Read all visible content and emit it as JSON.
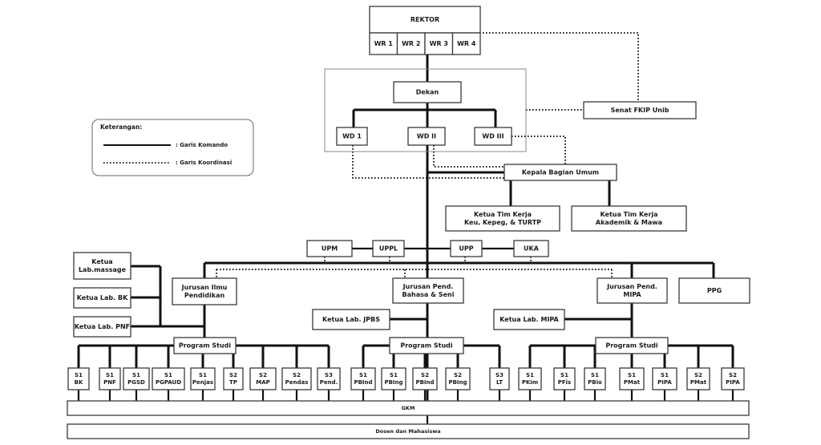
{
  "diagram": {
    "rektor": "REKTOR",
    "wakil_rektor": [
      "WR 1",
      "WR 2",
      "WR 3",
      "WR 4"
    ],
    "dekan": "Dekan",
    "wakil_dekan": [
      "WD 1",
      "WD II",
      "WD III"
    ],
    "senat": "Senat FKIP Unib",
    "kepala_bagian": "Kepala Bagian Umum",
    "ketua_tim_keu": [
      "Ketua Tim Kerja",
      "Keu, Kepeg, & TURTP"
    ],
    "ketua_tim_akademik": [
      "Ketua Tim Kerja",
      "Akademik & Mawa"
    ],
    "units": [
      "UPM",
      "UPPL",
      "UPP",
      "UKA"
    ],
    "jurusan_ip": [
      "Jurusan Ilmu",
      "Pendidikan"
    ],
    "jurusan_pbs": [
      "Jurusan Pend.",
      "Bahasa & Seni"
    ],
    "jurusan_mipa": [
      "Jurusan Pend.",
      "MIPA"
    ],
    "ppg": "PPG",
    "labs_ip": [
      [
        "Ketua",
        "Lab.massage"
      ],
      [
        "Ketua Lab. BK"
      ],
      [
        "Ketua Lab. PNF"
      ]
    ],
    "lab_jpbs": "Ketua Lab. JPBS",
    "lab_mipa": "Ketua Lab. MIPA",
    "program_studi": "Program Studi",
    "prodi_ip": [
      [
        "S1",
        "BK"
      ],
      [
        "S1",
        "PNF"
      ],
      [
        "S1",
        "PGSD"
      ],
      [
        "S1",
        "PGPAUD"
      ],
      [
        "S1",
        "Penjas"
      ],
      [
        "S2",
        "TP"
      ],
      [
        "S2",
        "MAP"
      ],
      [
        "S2",
        "Pendas"
      ],
      [
        "S3",
        "Pend."
      ]
    ],
    "prodi_pbs": [
      [
        "S1",
        "PBInd"
      ],
      [
        "S1",
        "PBIng"
      ],
      [
        "S2",
        "PBInd"
      ],
      [
        "S2",
        "PBIng"
      ],
      [
        "S3",
        "LT"
      ]
    ],
    "prodi_mipa": [
      [
        "S1",
        "PKim"
      ],
      [
        "S1",
        "PFis"
      ],
      [
        "S1",
        "PBio"
      ],
      [
        "S1",
        "PMat"
      ],
      [
        "S1",
        "PIPA"
      ],
      [
        "S2",
        "PMat"
      ],
      [
        "S2",
        "PIPA"
      ]
    ],
    "gkm": "GKM",
    "dosen": "Dosen dan Mahasiswa"
  },
  "legend": {
    "title": "Keterangan:",
    "komando": ": Garis Komando",
    "koordinasi": ": Garis Koordinasi"
  }
}
